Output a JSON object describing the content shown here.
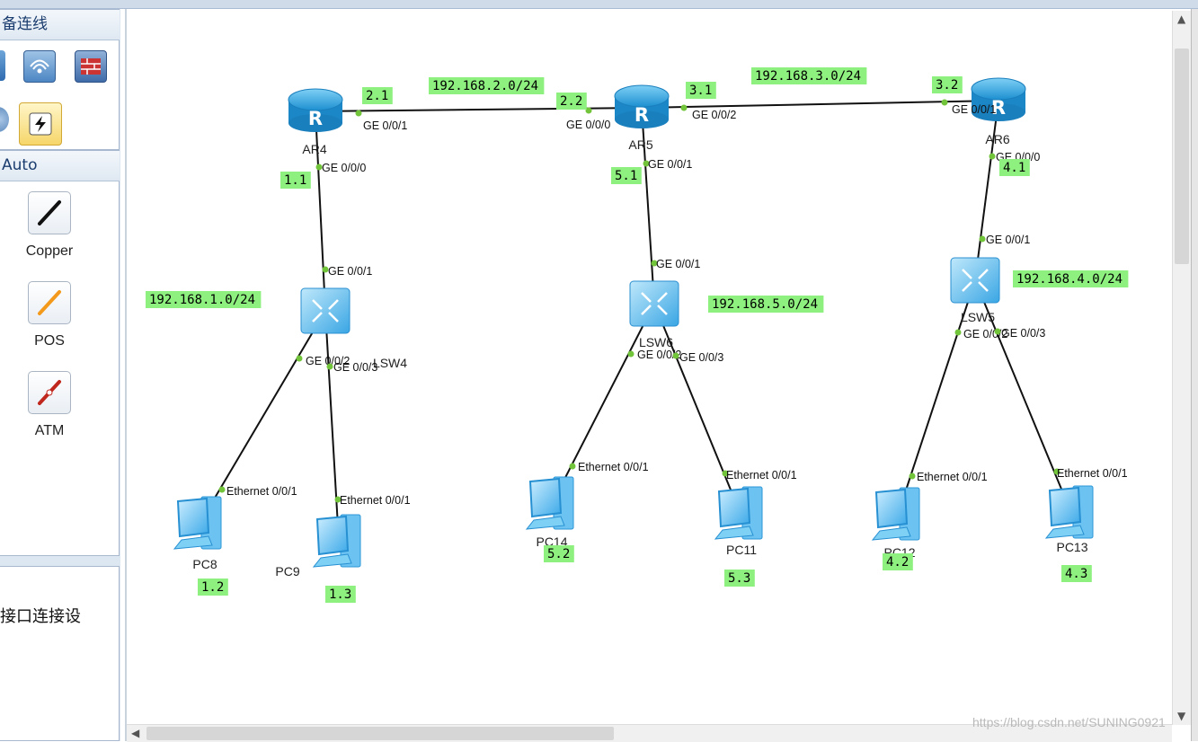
{
  "left_panel": {
    "section_title": "备连线",
    "connection_header": "Auto",
    "cables": [
      {
        "label": "Copper"
      },
      {
        "label": "POS"
      },
      {
        "label": "ATM"
      }
    ],
    "description_text": "接口连接设"
  },
  "topology": {
    "devices": [
      {
        "id": "AR4",
        "label": "AR4",
        "type": "router"
      },
      {
        "id": "AR5",
        "label": "AR5",
        "type": "router"
      },
      {
        "id": "AR6",
        "label": "AR6",
        "type": "router"
      },
      {
        "id": "LSW4",
        "label": "LSW4",
        "type": "switch"
      },
      {
        "id": "LSW6",
        "label": "LSW6",
        "type": "switch"
      },
      {
        "id": "LSW5",
        "label": "LSW5",
        "type": "switch"
      },
      {
        "id": "PC8",
        "label": "PC8",
        "type": "pc"
      },
      {
        "id": "PC9",
        "label": "PC9",
        "type": "pc"
      },
      {
        "id": "PC14",
        "label": "PC14",
        "type": "pc"
      },
      {
        "id": "PC11",
        "label": "PC11",
        "type": "pc"
      },
      {
        "id": "PC12",
        "label": "PC12",
        "type": "pc"
      },
      {
        "id": "PC13",
        "label": "PC13",
        "type": "pc"
      }
    ],
    "links": [
      {
        "from": "AR4",
        "from_port": "GE 0/0/1",
        "to": "AR5",
        "to_port": "GE 0/0/0"
      },
      {
        "from": "AR5",
        "from_port": "GE 0/0/2",
        "to": "AR6",
        "to_port": "GE 0/0/1"
      },
      {
        "from": "AR4",
        "from_port": "GE 0/0/0",
        "to": "LSW4",
        "to_port": "GE 0/0/1"
      },
      {
        "from": "AR5",
        "from_port": "GE 0/0/1",
        "to": "LSW6",
        "to_port": "GE 0/0/1"
      },
      {
        "from": "AR6",
        "from_port": "GE 0/0/0",
        "to": "LSW5",
        "to_port": "GE 0/0/1"
      },
      {
        "from": "LSW4",
        "from_port": "GE 0/0/2",
        "to": "PC8",
        "to_port": "Ethernet 0/0/1"
      },
      {
        "from": "LSW4",
        "from_port": "GE 0/0/3",
        "to": "PC9",
        "to_port": "Ethernet 0/0/1"
      },
      {
        "from": "LSW6",
        "from_port": "GE 0/0/2",
        "to": "PC14",
        "to_port": "Ethernet 0/0/1"
      },
      {
        "from": "LSW6",
        "from_port": "GE 0/0/3",
        "to": "PC11",
        "to_port": "Ethernet 0/0/1"
      },
      {
        "from": "LSW5",
        "from_port": "GE 0/0/2",
        "to": "PC12",
        "to_port": "Ethernet 0/0/1"
      },
      {
        "from": "LSW5",
        "from_port": "GE 0/0/3",
        "to": "PC13",
        "to_port": "Ethernet 0/0/1"
      }
    ],
    "network_labels": [
      "192.168.2.0/24",
      "192.168.3.0/24",
      "192.168.1.0/24",
      "192.168.5.0/24",
      "192.168.4.0/24"
    ],
    "ip_labels": [
      "2.1",
      "2.2",
      "3.1",
      "3.2",
      "1.1",
      "5.1",
      "4.1",
      "1.2",
      "1.3",
      "5.2",
      "5.3",
      "4.2",
      "4.3"
    ]
  },
  "watermark": "https://blog.csdn.net/SUNING0921",
  "colors": {
    "label_bg": "#8ef07e",
    "port_dot": "#72c43b",
    "router_blue": "#3aa8e0",
    "switch_blue": "#55b9ee",
    "panel_bg": "#dde7f2"
  }
}
